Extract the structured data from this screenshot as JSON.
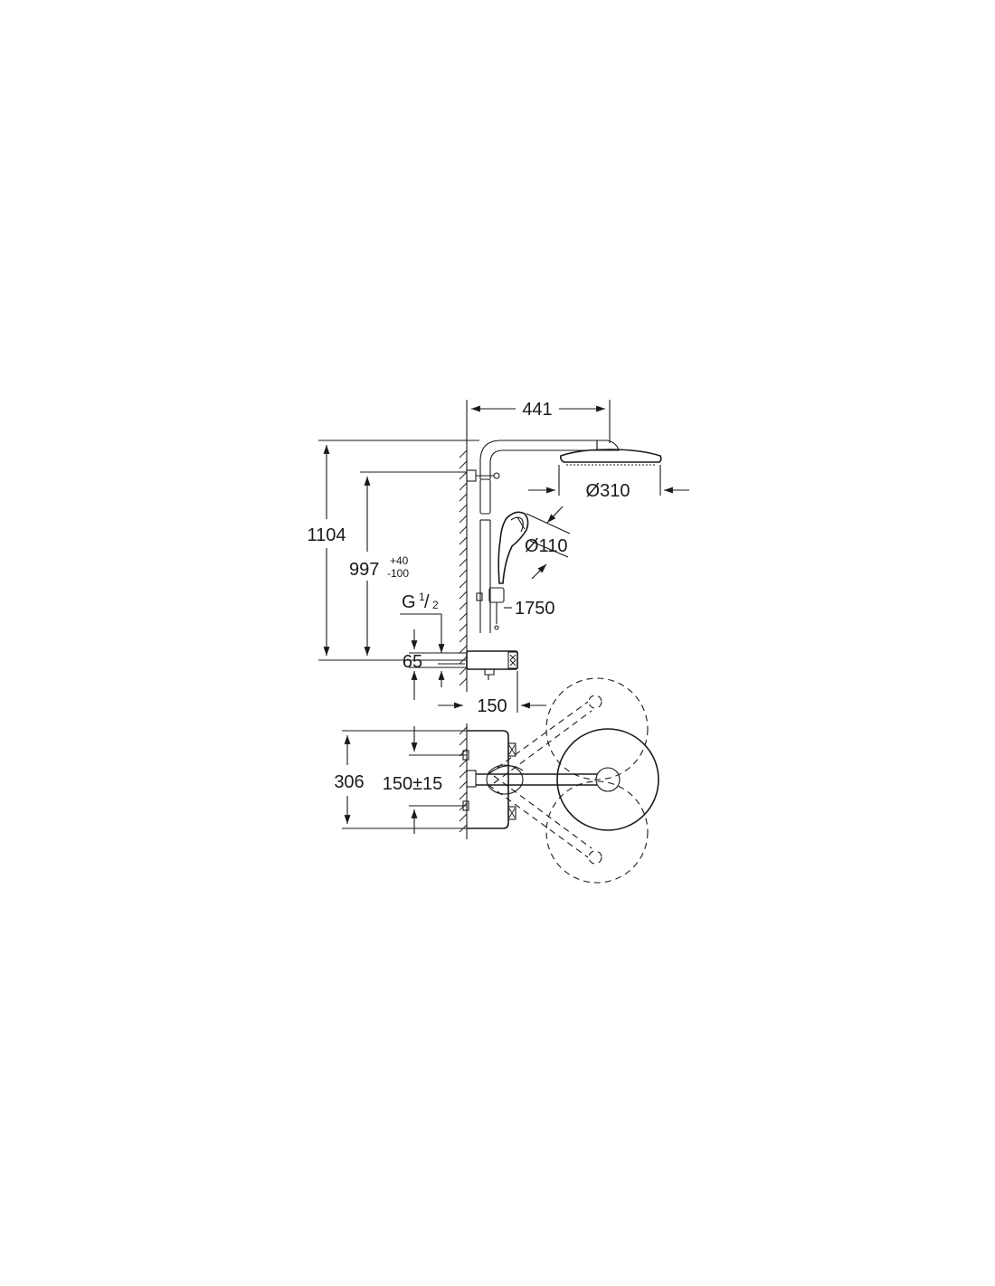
{
  "dimensions": {
    "width_top": "441",
    "head_diameter": "Ø310",
    "hand_shower_diameter": "Ø110",
    "total_height": "1104",
    "rail_height": "997",
    "tolerance_plus": "+40",
    "tolerance_minus": "-100",
    "thread_main": "G",
    "thread_num": "1",
    "thread_den": "2",
    "hose_length": "1750",
    "inlet_offset": "65",
    "projection": "150",
    "plan_width": "306",
    "connection_spacing": "150±15"
  }
}
